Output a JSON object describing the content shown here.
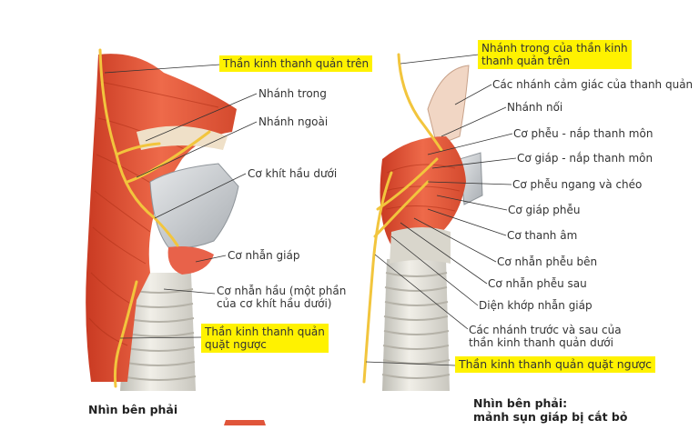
{
  "left_panel": {
    "caption": "Nhìn bên phải",
    "labels": {
      "superior_laryngeal_nerve": "Thần kinh thanh quản trên",
      "internal_branch": "Nhánh trong",
      "external_branch": "Nhánh ngoài",
      "inferior_pharyngeal_constrictor": "Cơ khít hầu dưới",
      "cricothyroid": "Cơ nhẫn giáp",
      "cricopharyngeus_line1": "Cơ nhẫn hầu (một phần",
      "cricopharyngeus_line2": "của cơ khít hầu dưới)",
      "recurrent_laryngeal_line1": "Thần kinh thanh quản",
      "recurrent_laryngeal_line2": "quặt ngược"
    }
  },
  "right_panel": {
    "caption_line1": "Nhìn bên phải:",
    "caption_line2": "mảnh sụn giáp bị cắt bỏ",
    "labels": {
      "internal_branch_line1": "Nhánh trong của thần kinh",
      "internal_branch_line2": "thanh quản trên",
      "sensory_branches": "Các nhánh cảm giác của thanh quản",
      "communicating_branch": "Nhánh nối",
      "aryepiglottic": "Cơ phễu - nắp thanh môn",
      "thyroepiglottic": "Cơ giáp - nắp thanh môn",
      "arytenoid_transverse_oblique": "Cơ phễu ngang và chéo",
      "thyroarytenoid": "Cơ giáp phễu",
      "vocalis": "Cơ thanh âm",
      "lateral_cricoarytenoid": "Cơ nhẫn phễu bên",
      "posterior_cricoarytenoid": "Cơ nhẫn phễu sau",
      "cricothyroid_joint": "Diện khớp nhẫn giáp",
      "anterior_posterior_branches_line1": "Các nhánh trước và sau của",
      "anterior_posterior_branches_line2": "thần kinh thanh quản dưới",
      "recurrent_laryngeal": "Thần kinh thanh quản quặt ngược"
    }
  },
  "colors": {
    "highlight": "#fff200",
    "muscle": "#e0553a",
    "nerve": "#f2c53d",
    "cartilage": "#cfd3d6",
    "trachea": "#e8e6de"
  }
}
